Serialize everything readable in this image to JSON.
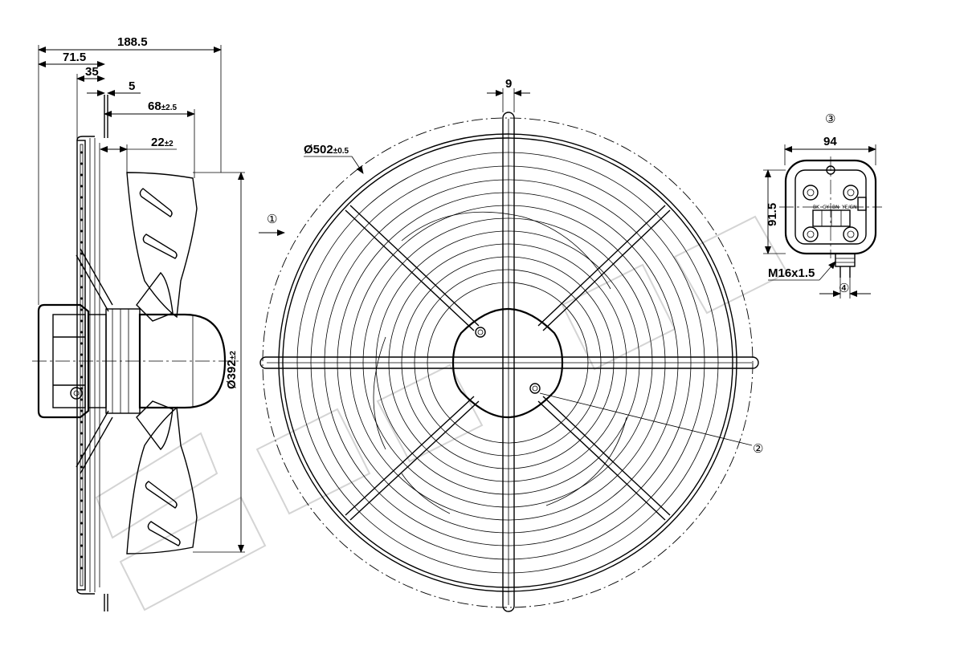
{
  "dimensions": {
    "overall_depth": "188.5",
    "guard_offset": "71.5",
    "hub_offset": "35",
    "wire_gap": "5",
    "blade_depth": {
      "value": "68",
      "tol": "±2.5"
    },
    "blade_offset": {
      "value": "22",
      "tol": "±2"
    },
    "blade_dia": {
      "value": "Ø392",
      "tol": "±2"
    },
    "guard_dia": {
      "value": "Ø502",
      "tol": "±0.5"
    },
    "strut_width": "9",
    "box_width": "94",
    "box_height": "91.5",
    "gland_thread": "M16x1.5"
  },
  "callouts": {
    "airflow": "①",
    "ground": "②",
    "terminal_box": "③",
    "gland": "④"
  },
  "terminal_labels": [
    "BK",
    "GY",
    "BN",
    "YE/GN"
  ]
}
